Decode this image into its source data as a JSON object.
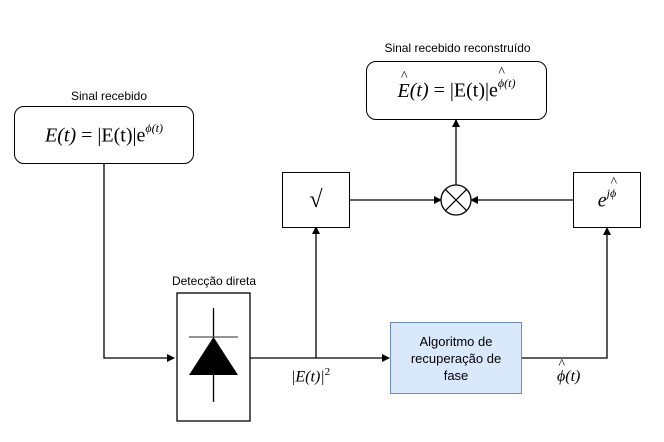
{
  "labels": {
    "received_signal": "Sinal recebido",
    "reconstructed_signal": "Sinal recebido reconstruído",
    "direct_detection": "Detecção direta"
  },
  "equations": {
    "received": {
      "lhs": "E(t)",
      "eq": " = |E(t)|e",
      "exp": "ϕ(t)"
    },
    "reconstructed": {
      "lhs_base": "E",
      "lhs_rest": "(t)",
      "eq": " = |E(t)|e",
      "exp_base": "ϕ",
      "exp_rest": "(t)"
    },
    "sqrt_symbol": "√",
    "phase_exp": {
      "base": "e",
      "exp_j": "j",
      "exp_phi": "ϕ"
    },
    "intensity": {
      "text": "|E(t)|",
      "power": "2"
    },
    "phase_est": {
      "base": "ϕ",
      "rest": "(t)"
    }
  },
  "algorithm_box": {
    "lines": [
      "Algoritmo de",
      "recuperação de",
      "fase"
    ]
  },
  "colors": {
    "algorithm_fill": "#dae8fc",
    "algorithm_border": "#6c8ebf"
  }
}
